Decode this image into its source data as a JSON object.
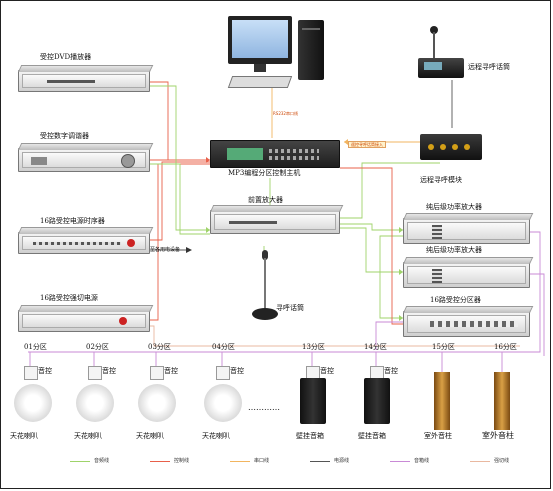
{
  "devices": {
    "dvd": {
      "label": "受控DVD播放器"
    },
    "tuner": {
      "label": "受控数字调谐器"
    },
    "sequencer": {
      "label": "16路受控电源时序器"
    },
    "switch_power": {
      "label": "16路受控强切电源"
    },
    "mp3_host": {
      "label": "MP3编程分区控制主机"
    },
    "pre_amp": {
      "label": "前置放大器"
    },
    "pc_link_note": "RS232串口线",
    "remote_mic_note": "遥控寻呼话筒接入",
    "remote_mic": {
      "label": "远程寻呼话筒"
    },
    "remote_module": {
      "label": "远程寻呼模块"
    },
    "amp_1": {
      "label": "纯后级功率放大器"
    },
    "amp_2": {
      "label": "纯后级功率放大器"
    },
    "zone_selector": {
      "label": "16路受控分区器"
    },
    "paging_mic": {
      "label": "寻呼话筒"
    },
    "aux_note": "至各用电设备"
  },
  "zones": [
    {
      "zone": "01分区",
      "control": "音控",
      "speaker": "天花喇叭"
    },
    {
      "zone": "02分区",
      "control": "音控",
      "speaker": "天花喇叭"
    },
    {
      "zone": "03分区",
      "control": "音控",
      "speaker": "天花喇叭"
    },
    {
      "zone": "04分区",
      "control": "音控",
      "speaker": "天花喇叭"
    },
    {
      "zone": "13分区",
      "control": "音控",
      "speaker": "壁挂音箱"
    },
    {
      "zone": "14分区",
      "control": "音控",
      "speaker": "壁挂音箱"
    },
    {
      "zone": "15分区",
      "control": "",
      "speaker": "室外音柱"
    },
    {
      "zone": "16分区",
      "control": "",
      "speaker": "室外音柱"
    }
  ],
  "ellipsis": "…………",
  "legend": [
    {
      "label": "音频线",
      "color": "#9fd36a"
    },
    {
      "label": "控制线",
      "color": "#e8604a"
    },
    {
      "label": "串口线",
      "color": "#f2b560"
    },
    {
      "label": "电源线",
      "color": "#555555"
    },
    {
      "label": "音箱线",
      "color": "#c98ad6"
    },
    {
      "label": "强切线",
      "color": "#e9b8a0"
    }
  ]
}
